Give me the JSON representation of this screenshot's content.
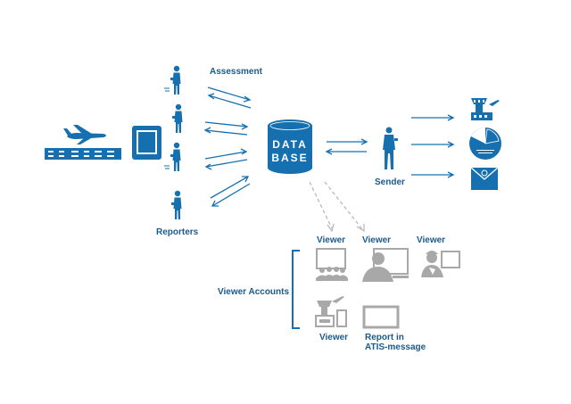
{
  "labels": {
    "assessment": "Assessment",
    "reporters": "Reporters",
    "sender": "Sender",
    "viewer_accounts": "Viewer Accounts",
    "viewer_1": "Viewer",
    "viewer_2": "Viewer",
    "viewer_3": "Viewer",
    "viewer_4": "Viewer",
    "report_atis_line1": "Report in",
    "report_atis_line2": "ATIS-message"
  },
  "database": {
    "line1": "DATA",
    "line2": "BASE"
  },
  "colors": {
    "primary": "#1670b0",
    "label": "#1b5a8a",
    "grey": "#a8a8a8",
    "dashed": "#b9b9b9"
  },
  "icons": [
    "airplane-icon",
    "runway-icon",
    "tablet-icon",
    "reporter-person-icon",
    "database-icon",
    "sender-person-icon",
    "control-tower-icon",
    "pie-chart-icon",
    "email-icon",
    "audience-screen-icon",
    "desktop-user-icon",
    "pilot-screen-icon",
    "tower-screen-icon",
    "monitor-icon"
  ]
}
